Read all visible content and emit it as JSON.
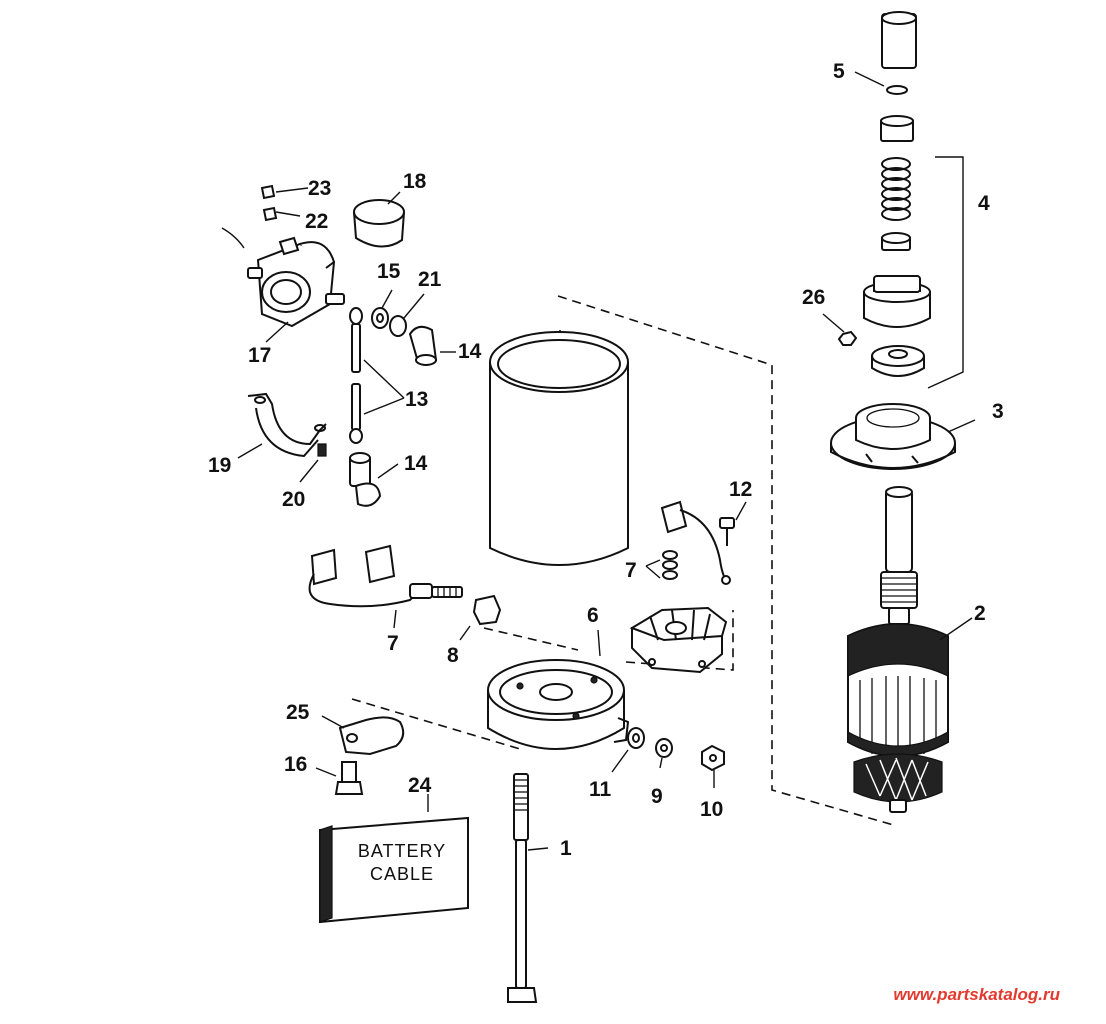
{
  "callouts": [
    {
      "id": "1",
      "text": "1"
    },
    {
      "id": "2",
      "text": "2"
    },
    {
      "id": "3",
      "text": "3"
    },
    {
      "id": "4",
      "text": "4"
    },
    {
      "id": "5",
      "text": "5"
    },
    {
      "id": "6",
      "text": "6"
    },
    {
      "id": "7a",
      "text": "7"
    },
    {
      "id": "7b",
      "text": "7"
    },
    {
      "id": "8",
      "text": "8"
    },
    {
      "id": "9",
      "text": "9"
    },
    {
      "id": "10",
      "text": "10"
    },
    {
      "id": "11",
      "text": "11"
    },
    {
      "id": "12",
      "text": "12"
    },
    {
      "id": "13",
      "text": "13"
    },
    {
      "id": "14a",
      "text": "14"
    },
    {
      "id": "14b",
      "text": "14"
    },
    {
      "id": "15",
      "text": "15"
    },
    {
      "id": "16",
      "text": "16"
    },
    {
      "id": "17",
      "text": "17"
    },
    {
      "id": "18",
      "text": "18"
    },
    {
      "id": "19",
      "text": "19"
    },
    {
      "id": "20",
      "text": "20"
    },
    {
      "id": "21",
      "text": "21"
    },
    {
      "id": "22",
      "text": "22"
    },
    {
      "id": "23",
      "text": "23"
    },
    {
      "id": "24",
      "text": "24"
    },
    {
      "id": "25",
      "text": "25"
    },
    {
      "id": "26",
      "text": "26"
    }
  ],
  "battery_box": {
    "line1": "BATTERY",
    "line2": "CABLE"
  },
  "watermark": {
    "text": "www.partskatalog.ru",
    "color": "#e23a2e"
  }
}
